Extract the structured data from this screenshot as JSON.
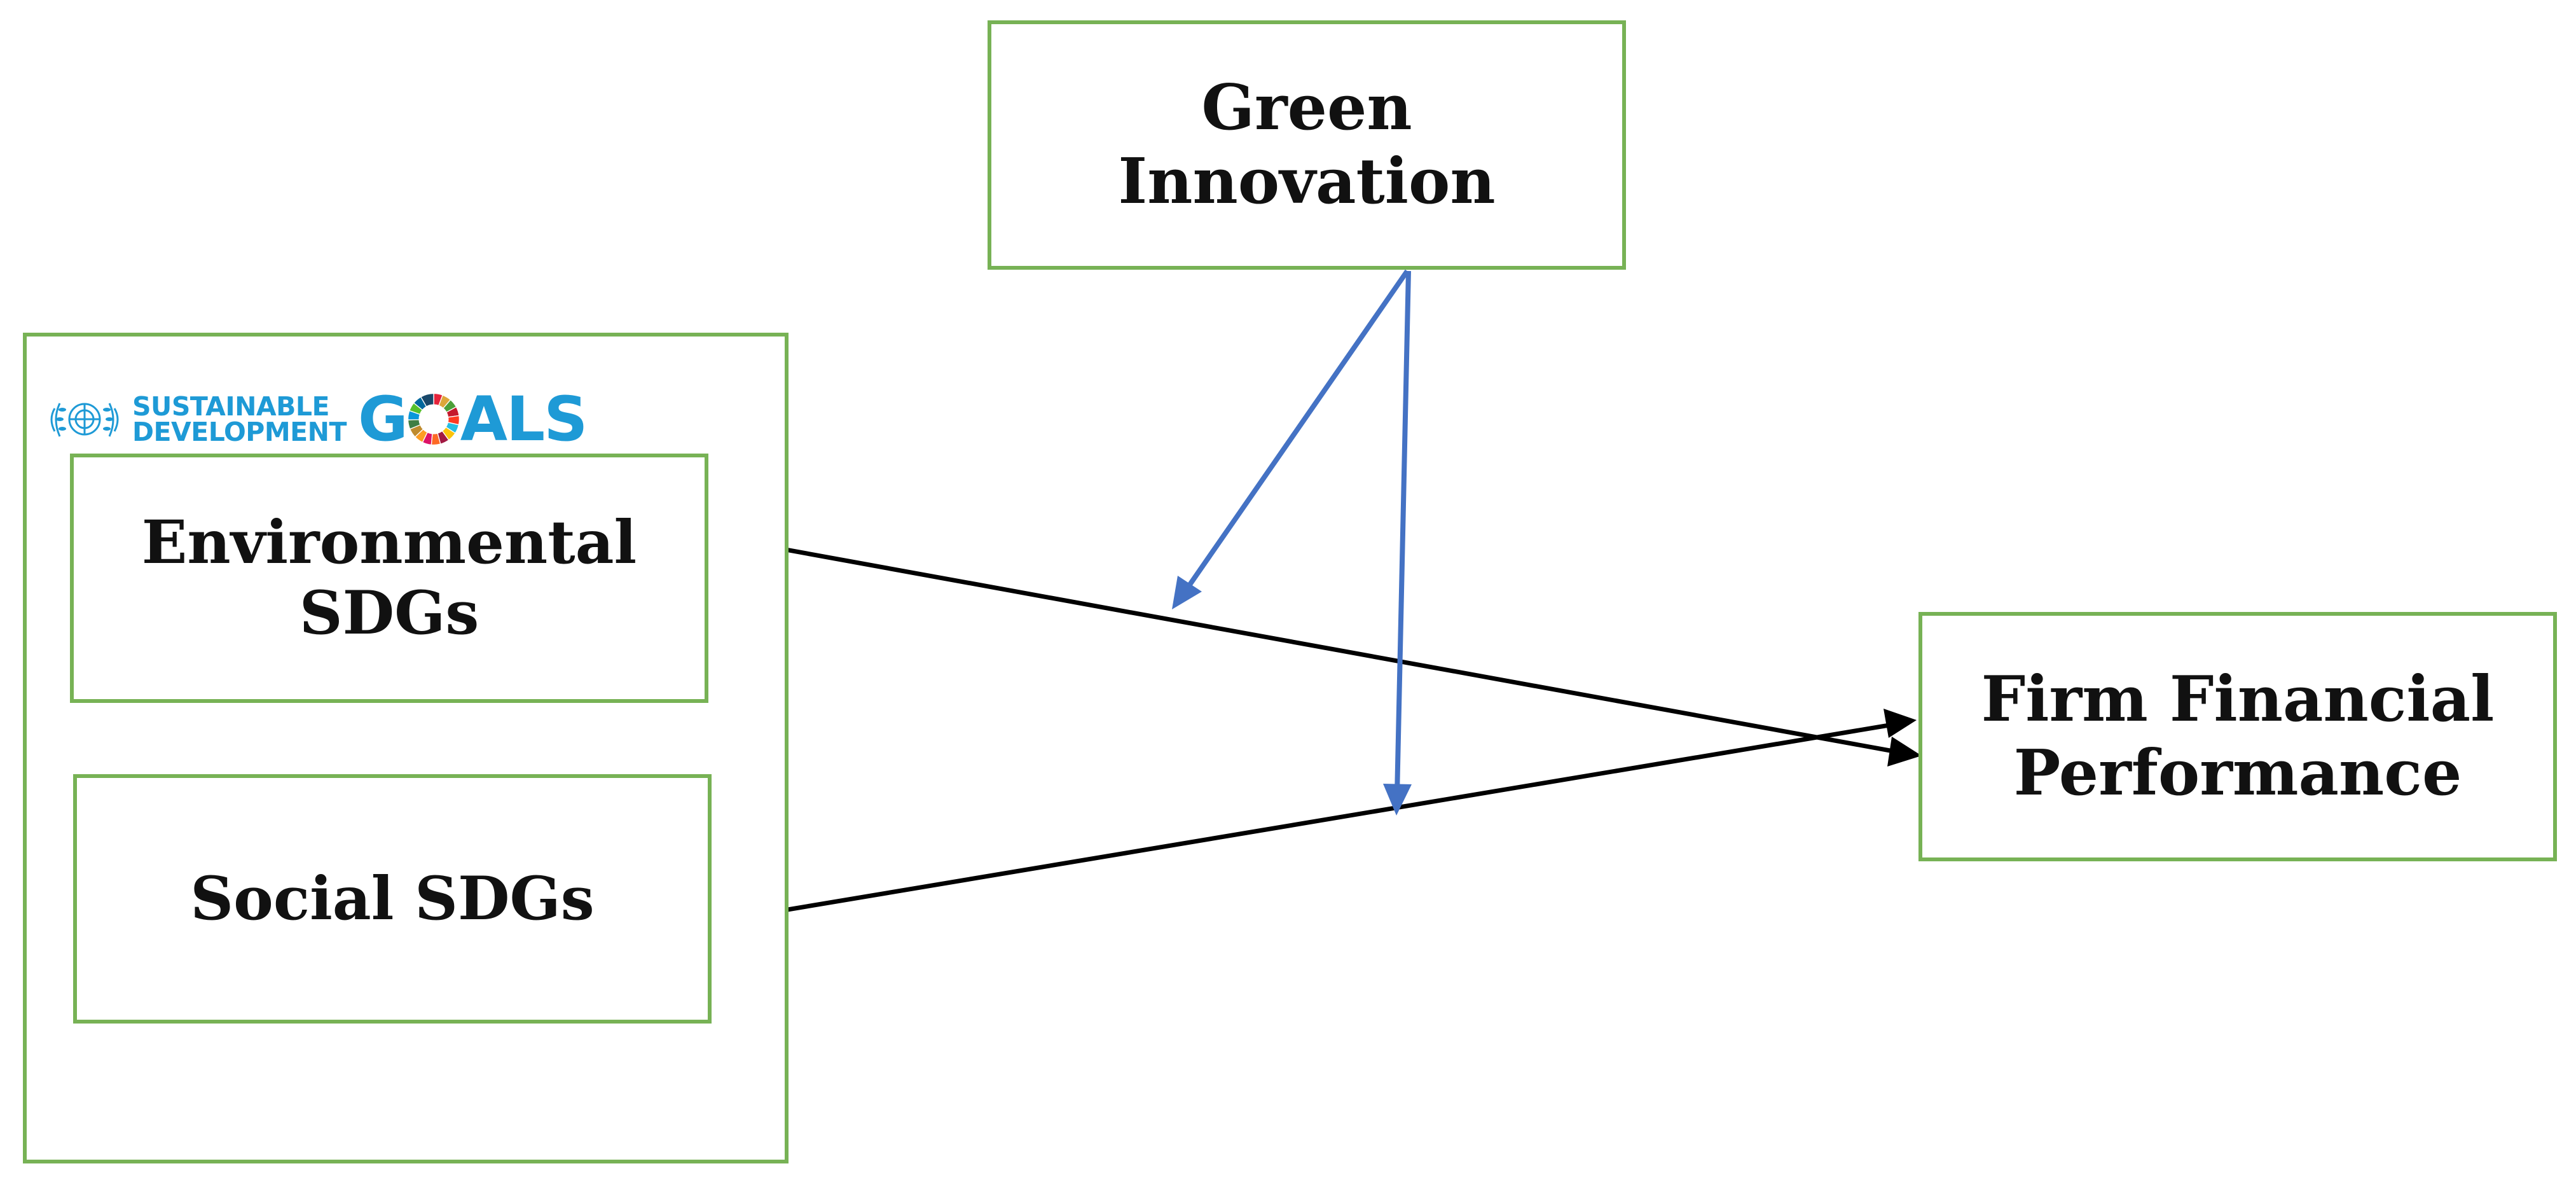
{
  "nodes": {
    "green_innovation": {
      "line1": "Green",
      "line2": "Innovation"
    },
    "environmental_sdgs": {
      "line1": "Environmental",
      "line2": "SDGs"
    },
    "social_sdgs": {
      "label": "Social SDGs"
    },
    "firm_financial_performance": {
      "line1": "Firm Financial",
      "line2": "Performance"
    }
  },
  "logo": {
    "word1": "SUSTAINABLE",
    "word2": "DEVELOPMENT",
    "goals_g": "G",
    "goals_rest": "ALS"
  },
  "edges": [
    {
      "from": "environmental_sdgs",
      "to": "firm_financial_performance",
      "kind": "direct"
    },
    {
      "from": "social_sdgs",
      "to": "firm_financial_performance",
      "kind": "direct"
    },
    {
      "from": "green_innovation",
      "to": "environmental_sdgs->firm_financial_performance",
      "kind": "moderation"
    },
    {
      "from": "green_innovation",
      "to": "social_sdgs->firm_financial_performance",
      "kind": "moderation"
    }
  ],
  "colors": {
    "box_border": "#77b255",
    "direct_arrow": "#000000",
    "moderation_arrow": "#4472c4",
    "logo_blue": "#1e9ad6"
  }
}
